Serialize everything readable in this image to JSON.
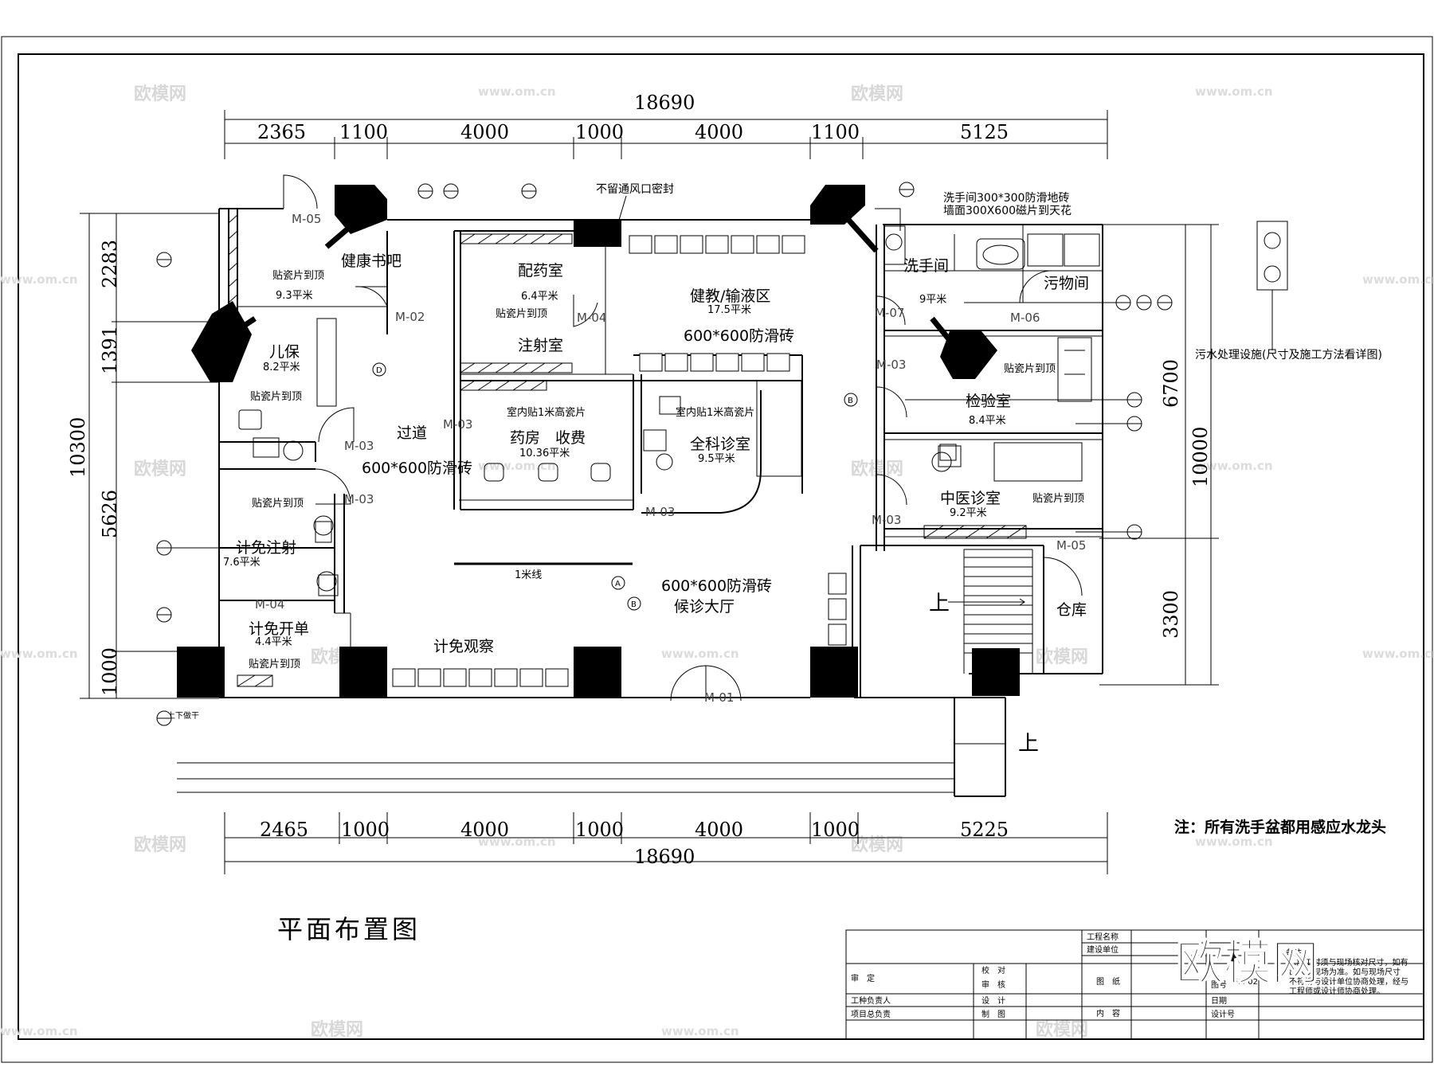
{
  "top_dims": {
    "total": "18690",
    "segments": [
      "2365",
      "1100",
      "4000",
      "1000",
      "4000",
      "1100",
      "5125"
    ]
  },
  "bottom_dims": {
    "total": "18690",
    "segments": [
      "2465",
      "1000",
      "4000",
      "1000",
      "4000",
      "1000",
      "5225"
    ]
  },
  "left_dims": {
    "total": "10300",
    "segments": [
      "2283",
      "1391",
      "5626",
      "1000"
    ]
  },
  "right_dims": {
    "total": "10000",
    "segments": [
      "6700",
      "3300"
    ]
  },
  "rooms": {
    "health_bar": {
      "name": "健康书吧",
      "area": "9.3平米",
      "finish": "贴瓷片到顶"
    },
    "child_care": {
      "name": "儿保",
      "area": "8.2平米",
      "finish": "贴瓷片到顶"
    },
    "dispensary": {
      "name": "配药室",
      "area": "6.4平米",
      "finish": "贴瓷片到顶"
    },
    "injection": {
      "name": "注射室"
    },
    "infusion": {
      "name": "健教/输液区",
      "area": "17.5平米",
      "floor": "600*600防滑砖"
    },
    "washroom": {
      "name": "洗手间",
      "area": "9平米",
      "note1": "洗手间300*300防滑地砖",
      "note2": "墙面300X600磁片到天花"
    },
    "dirty_room": {
      "name": "污物间"
    },
    "lab": {
      "name": "检验室",
      "area": "8.4平米",
      "finish": "贴瓷片到顶"
    },
    "pharmacy": {
      "name": "药房　收费",
      "area": "10.36平米",
      "finish": "室内贴1米高瓷片"
    },
    "general": {
      "name": "全科诊室",
      "area": "9.5平米",
      "finish": "室内贴1米高瓷片"
    },
    "tcm": {
      "name": "中医诊室",
      "area": "9.2平米",
      "finish": "贴瓷片到顶"
    },
    "corridor": {
      "name": "过道",
      "floor": "600*600防滑砖"
    },
    "free_injection": {
      "name": "计免注射",
      "area": "7.6平米",
      "finish": "贴瓷片到顶"
    },
    "free_billing": {
      "name": "计免开单",
      "area": "4.4平米",
      "finish": "贴瓷片到顶"
    },
    "free_observe": {
      "name": "计免观察"
    },
    "lobby": {
      "name": "候诊大厅",
      "floor": "600*600防滑砖",
      "line_label": "1米线"
    },
    "storage": {
      "name": "仓库"
    }
  },
  "doors": [
    "M-05",
    "M-02",
    "M-03",
    "M-04",
    "M-07",
    "M-06",
    "M-01"
  ],
  "stairs_label": "上",
  "annotations": {
    "vent_note": "不留通风口密封",
    "sewage": "污水处理设施(尺寸及施工方法看详图)",
    "sink_note": "注：所有洗手盆都用感应水龙头",
    "upper_lower": "上下做干",
    "section_marks": [
      "A",
      "B",
      "D"
    ]
  },
  "drawing_title": "平面布置图",
  "title_block": {
    "left_rows": [
      "审　定",
      "工种负责人",
      "项目总负责"
    ],
    "mid_rows": [
      "校　对",
      "审　核",
      "设　计",
      "制　图"
    ],
    "right_top": [
      "工程名称",
      "建设单位"
    ],
    "right_labels": [
      "图　纸",
      "内　容"
    ],
    "code_rows": [
      "图号",
      "日期",
      "设计号"
    ],
    "drawing_no": "PM-02",
    "remark_label": "备注",
    "remark_text": [
      "1.施工时须与现场核对尺寸，如有",
      "出入以现场为准。如与现场尺寸",
      "不符请与设计单位协商处理，经与",
      "工程师或设计师协商处理。"
    ]
  },
  "watermarks": {
    "logo": "欧模网",
    "url": "www.om.cn"
  },
  "colors": {
    "line": "#000000",
    "background": "#ffffff",
    "watermark": "#d8d8d8"
  }
}
